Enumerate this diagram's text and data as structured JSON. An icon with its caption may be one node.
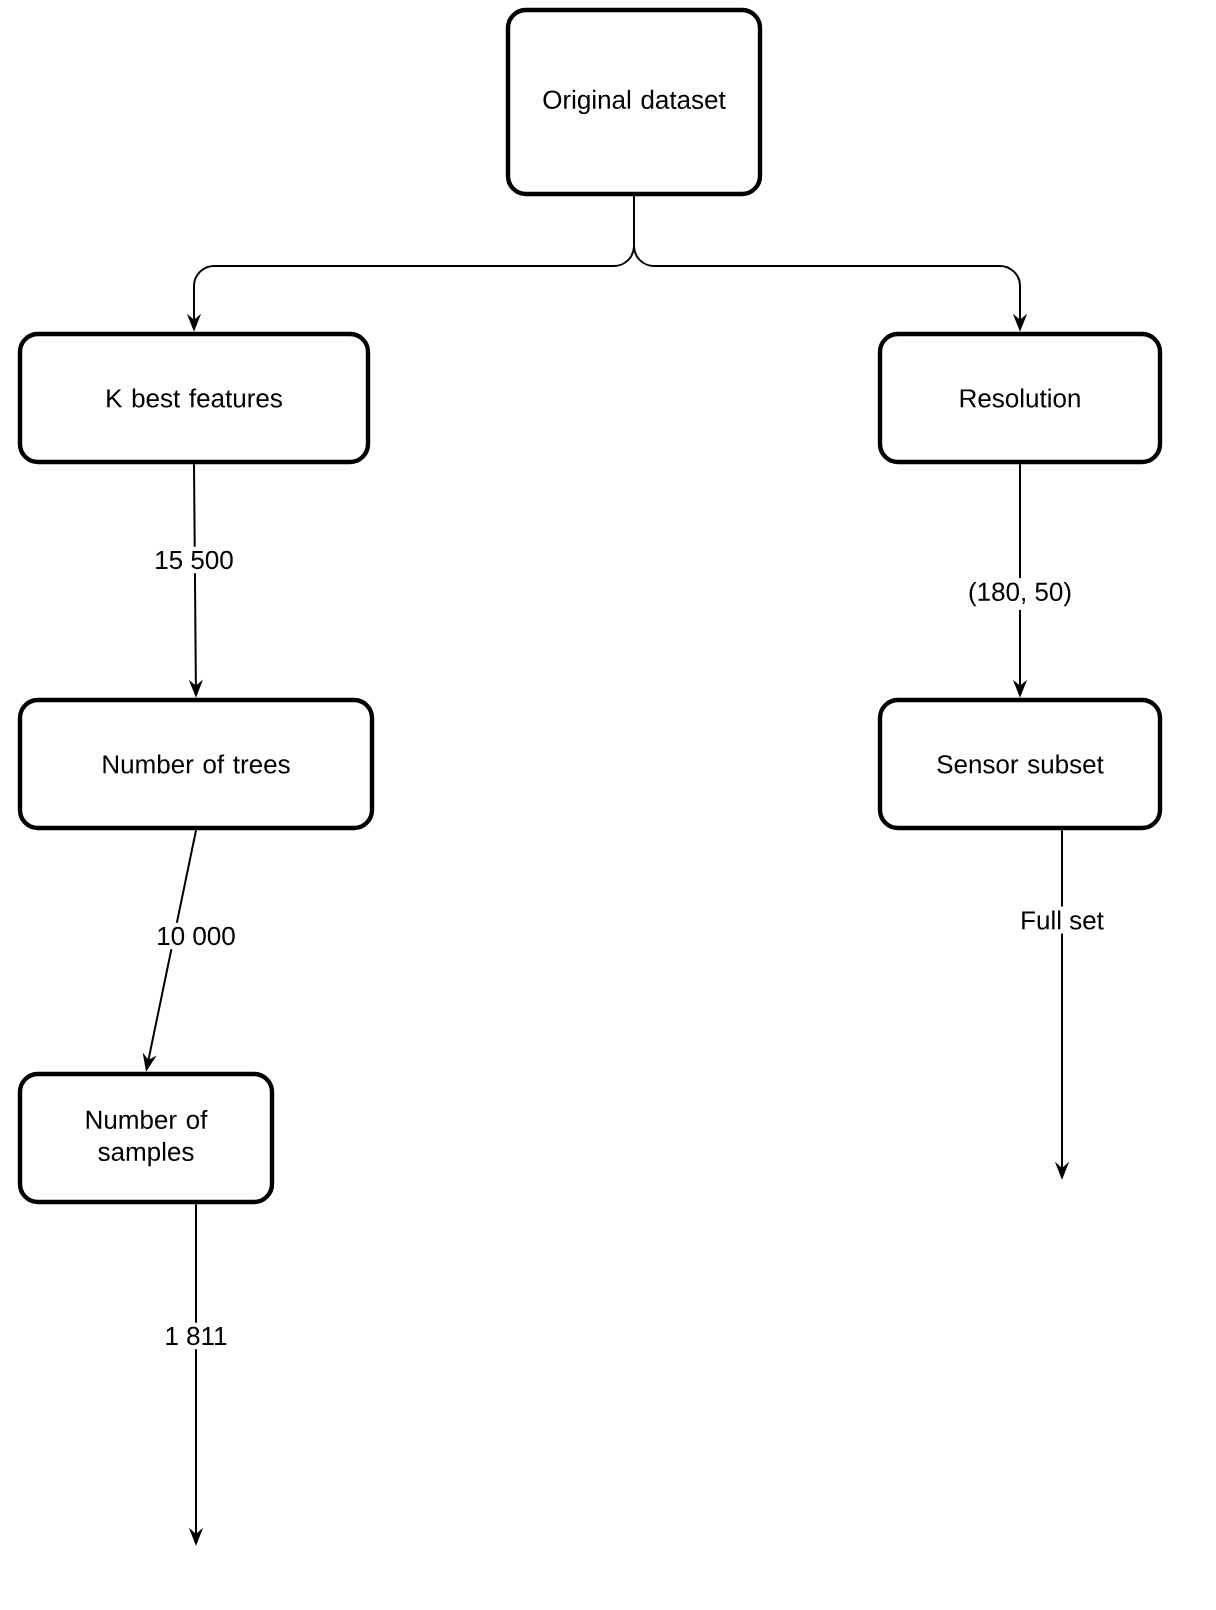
{
  "diagram": {
    "nodes": [
      {
        "text": [
          "Original dataset"
        ]
      },
      {
        "text": [
          "K best features"
        ]
      },
      {
        "text": [
          "Resolution"
        ]
      },
      {
        "text": [
          "Number of trees"
        ]
      },
      {
        "text": [
          "Sensor subset"
        ]
      },
      {
        "text": [
          "Number of samples"
        ]
      }
    ],
    "edges": [
      {
        "from": 0,
        "to": 1,
        "arrow": "to"
      },
      {
        "from": 0,
        "to": 2,
        "arrow": "to"
      },
      {
        "from": 1,
        "to": 3,
        "arrow": "to",
        "label": "15 500"
      },
      {
        "from": 2,
        "to": 4,
        "arrow": "to",
        "label": "(180, 50)"
      },
      {
        "from": 3,
        "to": 5,
        "arrow": "to",
        "label": "10 000"
      },
      {
        "from": 4,
        "to": null,
        "arrow": "to",
        "label": "Full set"
      },
      {
        "from": 5,
        "to": null,
        "arrow": "to",
        "label": "1 811"
      }
    ]
  }
}
